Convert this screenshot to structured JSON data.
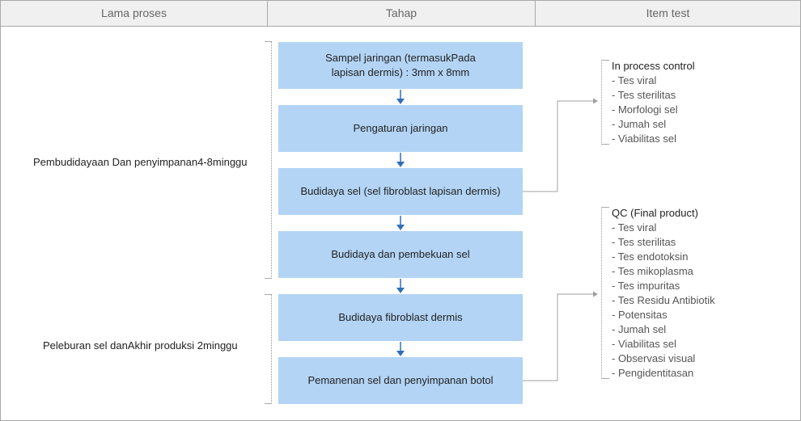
{
  "header": {
    "col1": "Lama proses",
    "col2": "Tahap",
    "col3": "Item test"
  },
  "stages": {
    "stage1": "Pembudidayaan Dan penyimpanan4-8minggu",
    "stage2": "Peleburan sel danAkhir produksi 2minggu"
  },
  "steps": [
    {
      "line1": "Sampel jaringan (termasukPada",
      "line2": "lapisan dermis) : 3mm x 8mm"
    },
    {
      "line1": "Pengaturan jaringan"
    },
    {
      "line1": "Budidaya sel (sel fibroblast lapisan dermis)"
    },
    {
      "line1": "Budidaya dan pembekuan sel"
    },
    {
      "line1": "Budidaya fibroblast dermis"
    },
    {
      "line1": "Pemanenan sel dan penyimpanan botol"
    }
  ],
  "in_process": {
    "title": "In process control",
    "items": [
      "- Tes viral",
      "- Tes sterilitas",
      "- Morfologi sel",
      "- Jumah sel",
      "- Viabilitas sel"
    ]
  },
  "qc": {
    "title": "QC (Final product)",
    "items": [
      "- Tes viral",
      "- Tes sterilitas",
      "- Tes endotoksin",
      "- Tes mikoplasma",
      "- Tes impuritas",
      "- Tes Residu Antibiotik",
      "- Potensitas",
      "- Jumah sel",
      "- Viabilitas sel",
      "- Observasi visual",
      "- Pengidentitasan"
    ]
  },
  "colors": {
    "box_fill": "#b3d4f5",
    "arrow": "#2f6fb8",
    "header_bg": "#f0f0f0",
    "connector": "#a0a0a0"
  }
}
